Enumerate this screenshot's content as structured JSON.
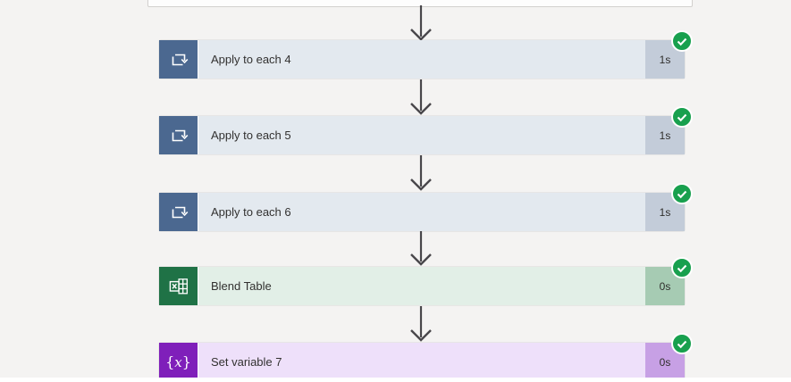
{
  "canvas": {
    "background_color": "#f4f3f2",
    "connector_color": "#49474b",
    "text_color": "#323130"
  },
  "flow": {
    "previous_step_card": {
      "note_visible_edge_only": true
    },
    "steps": [
      {
        "label": "Apply to each 4",
        "duration": "1s",
        "status": "succeeded",
        "icon": "loop-icon",
        "colors": {
          "tile": "#4b6890",
          "body": "#e3e9ef",
          "duration_bg": "#c3ccd9"
        }
      },
      {
        "label": "Apply to each 5",
        "duration": "1s",
        "status": "succeeded",
        "icon": "loop-icon",
        "colors": {
          "tile": "#4b6890",
          "body": "#e3e9ef",
          "duration_bg": "#c3ccd9"
        }
      },
      {
        "label": "Apply to each 6",
        "duration": "1s",
        "status": "succeeded",
        "icon": "loop-icon",
        "colors": {
          "tile": "#4b6890",
          "body": "#e3e9ef",
          "duration_bg": "#c3ccd9"
        }
      },
      {
        "label": "Blend Table",
        "duration": "0s",
        "status": "succeeded",
        "icon": "excel-icon",
        "colors": {
          "tile": "#1f7246",
          "body": "#e2efe7",
          "duration_bg": "#a6cbb3"
        }
      },
      {
        "label": "Set variable 7",
        "duration": "0s",
        "status": "succeeded",
        "icon": "variable-icon",
        "colors": {
          "tile": "#7f1fba",
          "body": "#eee0fa",
          "duration_bg": "#c7a0e5"
        }
      }
    ],
    "status_icon": {
      "name": "success-check",
      "color": "#18a04e"
    }
  }
}
